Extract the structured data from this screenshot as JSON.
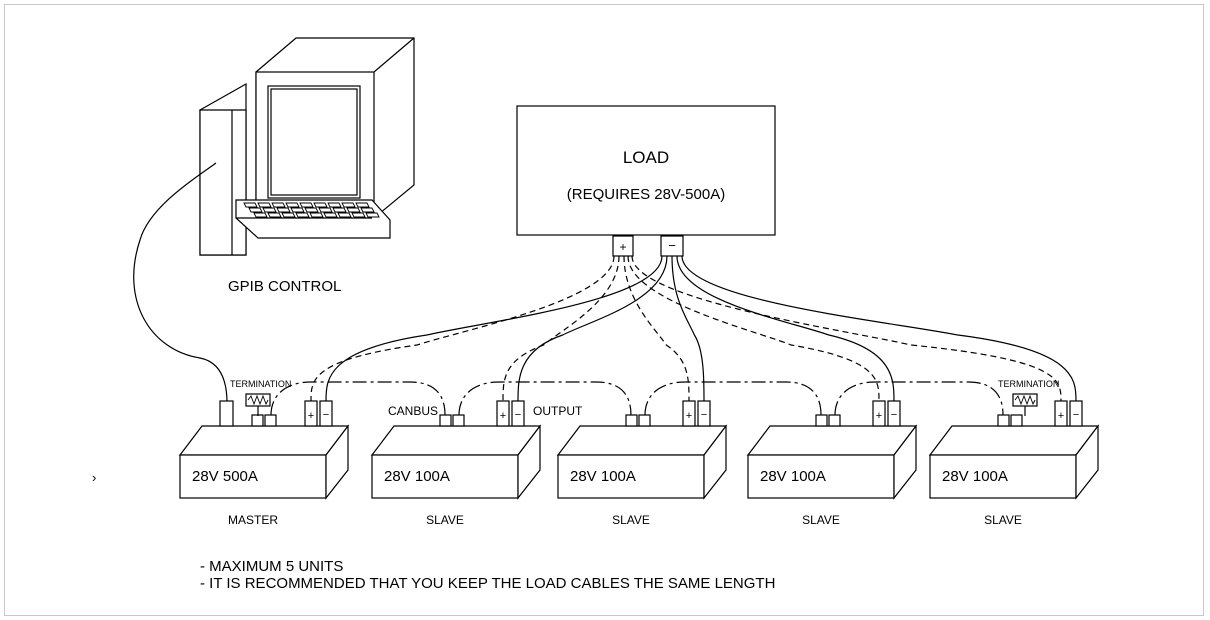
{
  "load": {
    "title": "LOAD",
    "requirement": "(REQUIRES 28V-500A)",
    "plus": "+",
    "minus": "−"
  },
  "gpib_label": "GPIB CONTROL",
  "termination_left": "TERMINATION",
  "termination_right": "TERMINATION",
  "canbus_label": "CANBUS",
  "output_label": "OUTPUT",
  "left_mark": "›",
  "units": [
    {
      "rating": "28V 500A",
      "role": "MASTER"
    },
    {
      "rating": "28V 100A",
      "role": "SLAVE"
    },
    {
      "rating": "28V 100A",
      "role": "SLAVE"
    },
    {
      "rating": "28V 100A",
      "role": "SLAVE"
    },
    {
      "rating": "28V 100A",
      "role": "SLAVE"
    }
  ],
  "terminal_plus": "+",
  "terminal_minus": "−",
  "notes": [
    "- MAXIMUM 5 UNITS",
    "- IT IS RECOMMENDED THAT YOU KEEP THE LOAD CABLES THE SAME LENGTH"
  ]
}
